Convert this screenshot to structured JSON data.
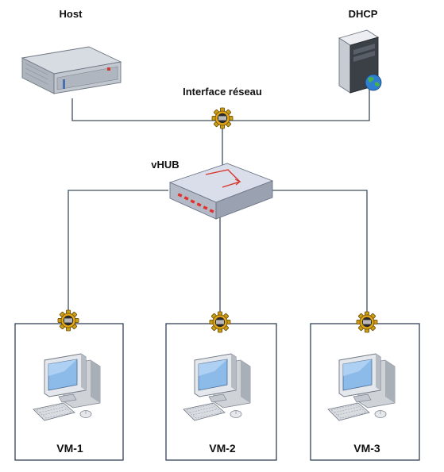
{
  "labels": {
    "host": "Host",
    "dhcp": "DHCP",
    "interface": "Interface réseau",
    "vhub": "vHUB",
    "vms": [
      "VM-1",
      "VM-2",
      "VM-3"
    ]
  },
  "icons": {
    "host": "rack-server-icon",
    "dhcp": "tower-server-globe-icon",
    "interface": "gear-icon",
    "hub": "network-hub-icon",
    "vm": "desktop-computer-icon"
  },
  "colors": {
    "wire": "#3f4f5e",
    "gear_outer": "#d4960f",
    "gear_inner": "#f5c33b",
    "screen": "#8fbde8",
    "hub_top": "#dde2ec",
    "hub_led": "#e0322a"
  }
}
